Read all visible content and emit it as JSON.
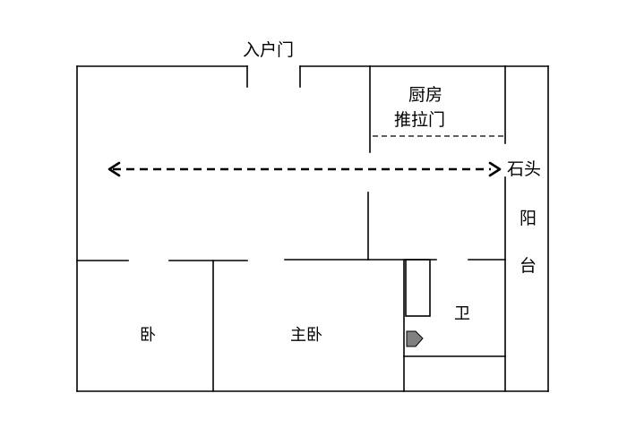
{
  "labels": {
    "entrance_door": "入户门",
    "kitchen_line1": "厨房",
    "kitchen_line2": "推拉门",
    "stone_char1": "石头",
    "balcony_char1": "阳",
    "balcony_char2": "台",
    "bedroom": "卧",
    "master_bedroom": "主卧",
    "bathroom": "卫"
  },
  "colors": {
    "line": "#000000",
    "fixture_fill": "#808080",
    "background": "#ffffff"
  }
}
